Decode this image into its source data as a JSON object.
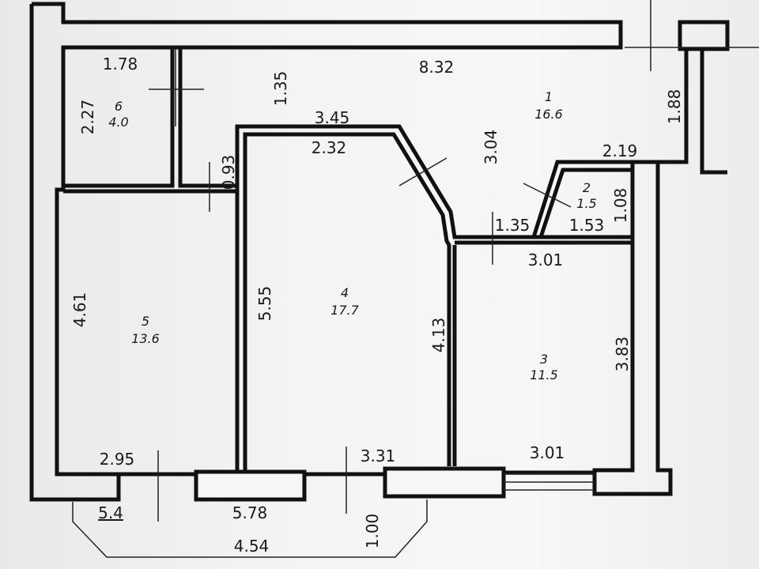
{
  "rooms": [
    {
      "number": "1",
      "area": "16.6"
    },
    {
      "number": "2",
      "area": "1.5"
    },
    {
      "number": "3",
      "area": "11.5"
    },
    {
      "number": "4",
      "area": "17.7"
    },
    {
      "number": "5",
      "area": "13.6"
    },
    {
      "number": "6",
      "area": "4.0"
    }
  ],
  "dimensions": {
    "d178": "1.78",
    "d832": "8.32",
    "d135a": "1.35",
    "d227": "2.27",
    "d188": "1.88",
    "d345": "3.45",
    "d232": "2.32",
    "d093": "0.93",
    "d304": "3.04",
    "d219": "2.19",
    "d108": "1.08",
    "d135b": "1.35",
    "d153": "1.53",
    "d301a": "3.01",
    "d555": "5.55",
    "d413": "4.13",
    "d461": "4.61",
    "d383": "3.83",
    "d295": "2.95",
    "d331": "3.31",
    "d301b": "3.01",
    "d54": "5.4",
    "d578": "5.78",
    "d100": "1.00",
    "d454": "4.54"
  }
}
